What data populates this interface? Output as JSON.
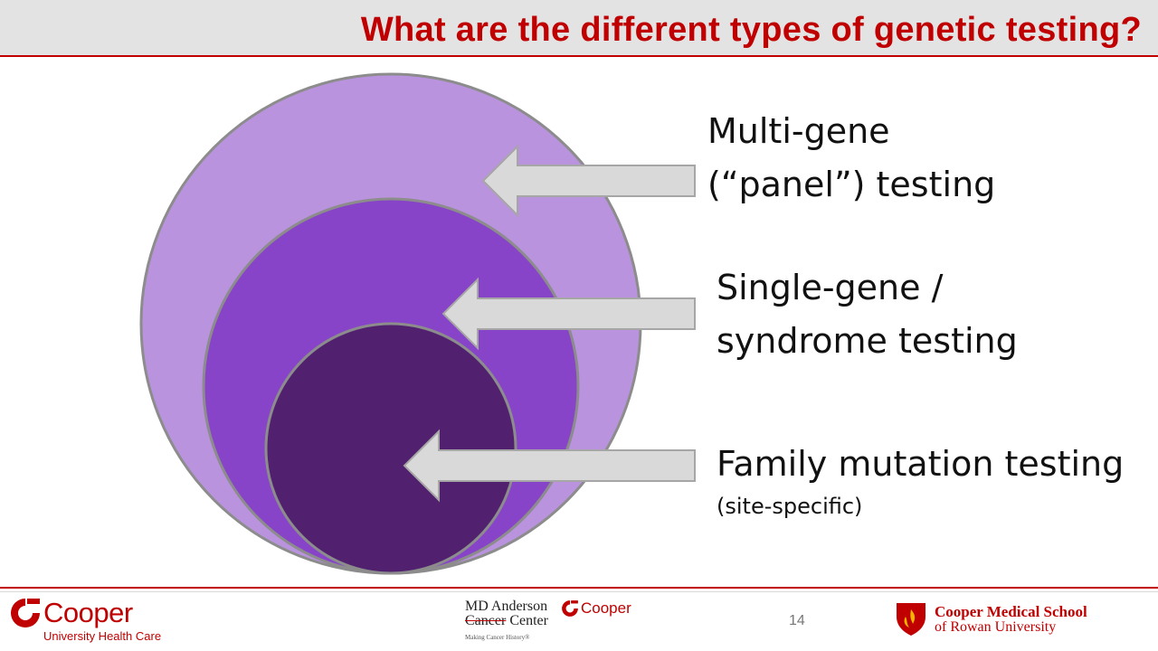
{
  "slide": {
    "title": "What are the different types of genetic testing?",
    "page_number": "14"
  },
  "diagram": {
    "colors": {
      "outer": "#b993dd",
      "middle": "#8844c8",
      "inner": "#51216f",
      "arrow": "#d9d9d9",
      "circle_stroke": "#8c8c8c"
    },
    "labels": {
      "multi_gene_line1": "Multi-gene",
      "multi_gene_line2": "(“panel”) testing",
      "single_gene_line1": "Single-gene /",
      "single_gene_line2": "syndrome testing",
      "family_mutation": "Family mutation testing",
      "family_mutation_sub": "(site-specific)"
    }
  },
  "footer": {
    "cooper_name": "Cooper",
    "cooper_subtitle": "University Health Care",
    "mda_line1": "MD Anderson",
    "mda_line2_strike": "Cancer",
    "mda_line2_rest": " Center",
    "mda_tagline": "Making Cancer History®",
    "mda_cooper": "Cooper",
    "cms_line1": "Cooper Medical School",
    "cms_line2": "of Rowan University"
  }
}
